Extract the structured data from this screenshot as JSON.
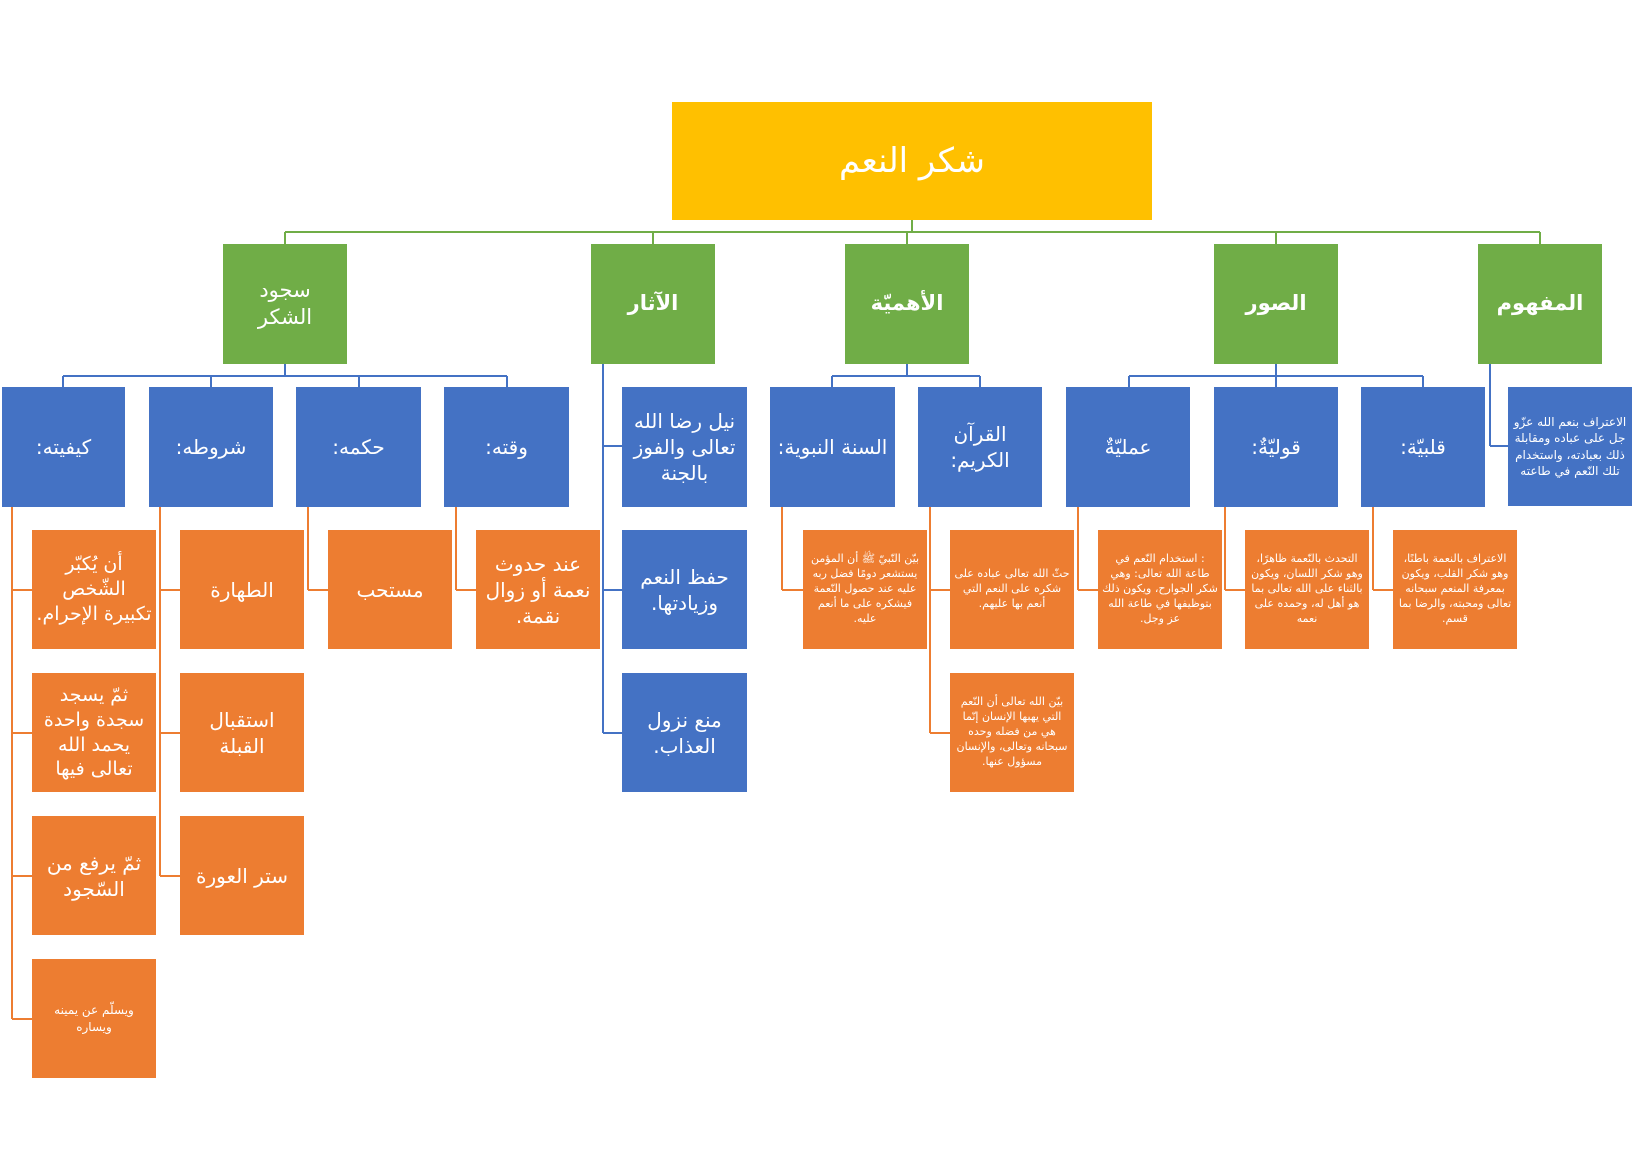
{
  "root": "شكر النعم",
  "categories": {
    "mafhoom": "المفهوم",
    "suwar": "الصور",
    "ahammiya": "الأهميّة",
    "athar": "الآثار",
    "sujood": "سجود الشكر"
  },
  "mafhoom": {
    "definition": "الاعتراف بنعم الله عزّو جل على عباده ومقابلة ذلك بعبادته، واستخدام تلك النّعم في طاعته"
  },
  "suwar": {
    "qalbiya": {
      "title": "قلبيّة:",
      "text": "الاعتراف بالنعمة باطنًا، وهو شكر القلب، ويكون بمعرفة المنعم سبحانه تعالى ومحبته، والرضا بما قسم."
    },
    "qawliya": {
      "title": "قوليّةٌ:",
      "text": "التحدث بالنّعمة ظاهرًا، وهو شكر اللسان، ويكون بالثناء على الله تعالى بما هو أهل له، وحمده على نعمه"
    },
    "amaliya": {
      "title": "عمليّةٌ",
      "text": ": استخدام النّعم في طاعة الله تعالى: وهي شكر الجوارح، ويكون ذلك بتوظيفها في طاعة الله عز وجل."
    }
  },
  "ahammiya": {
    "quran": {
      "title": "القرآن الكريم:",
      "text1": "حثّ الله تعالى عباده على شكره على النعم التي أنعم بها عليهم.",
      "text2": "بيّن الله تعالى أن النّعم التي يهبها الإنسان إنّما هي من فضله وحده سبحانه وتعالى، والإنسان مسؤول عنها."
    },
    "sunna": {
      "title": "السنة النبوية:",
      "text": "بيّن النّبيّ ﷺ أن المؤمن يستشعر دومًا فضل ربه عليه عند حصول النّعمة فيشكره على ما أنعم عليه."
    }
  },
  "athar": {
    "items": [
      "نيل رضا الله تعالى والفوز بالجنة",
      "حفظ النعم وزيادتها.",
      "منع نزول العذاب."
    ]
  },
  "sujood": {
    "waqt": {
      "title": "وقته:",
      "value": "عند حدوث نعمة أو زوال نقمة."
    },
    "hukm": {
      "title": "حكمه:",
      "value": "مستحب"
    },
    "shurut": {
      "title": "شروطه:",
      "items": [
        "الطهارة",
        "استقبال القبلة",
        "ستر العورة"
      ]
    },
    "kayfiya": {
      "title": "كيفيته:",
      "items": [
        "أن يُكبّر الشّخص تكبيرة الإحرام.",
        "ثمّ يسجد سجدة واحدة يحمد الله تعالى فيها",
        "ثمّ يرفع من السّجود",
        "ويسلّم عن يمينه ويساره"
      ]
    }
  },
  "colors": {
    "root": "#ffc000",
    "green": "#70ad47",
    "blue": "#4472c4",
    "orange": "#ed7d31"
  }
}
